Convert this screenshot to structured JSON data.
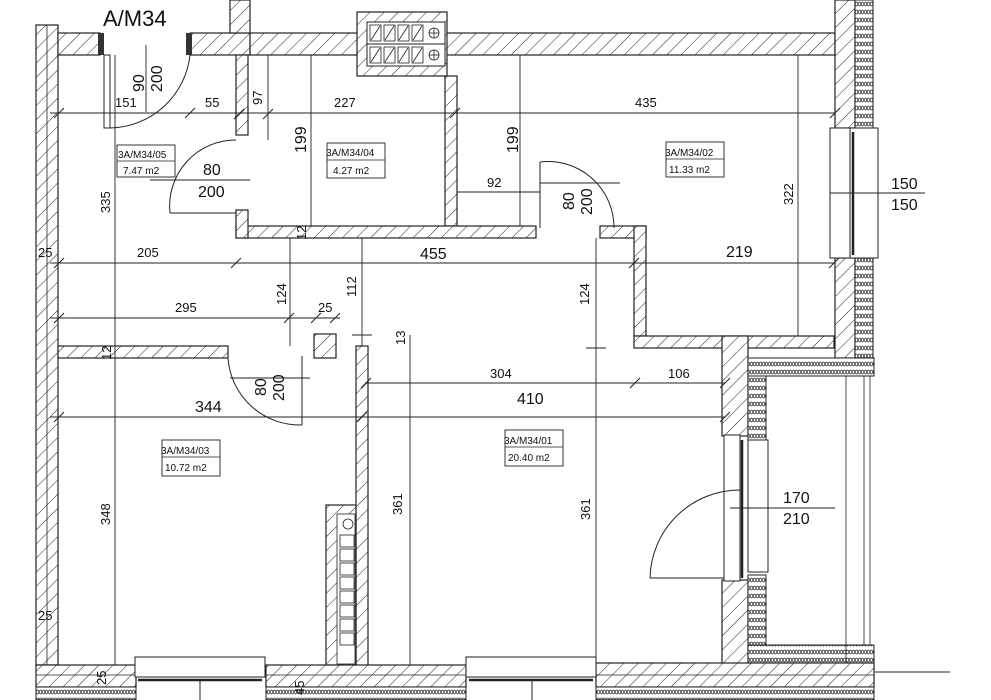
{
  "title": "A/M34",
  "rooms": [
    {
      "id": "3A/M34/01",
      "area": "20.40 m2"
    },
    {
      "id": "3A/M34/02",
      "area": "11.33 m2"
    },
    {
      "id": "3A/M34/03",
      "area": "10.72 m2"
    },
    {
      "id": "3A/M34/04",
      "area": "4.27 m2"
    },
    {
      "id": "3A/M34/05",
      "area": "7.47 m2"
    }
  ],
  "openings": [
    {
      "name": "entrance-door",
      "width": "90",
      "height": "200"
    },
    {
      "name": "door-room-05",
      "width": "80",
      "height": "200"
    },
    {
      "name": "door-room-02",
      "width": "80",
      "height": "200"
    },
    {
      "name": "door-room-03",
      "width": "80",
      "height": "200"
    },
    {
      "name": "window-room-02",
      "width": "150",
      "height": "150"
    },
    {
      "name": "balcony-door",
      "width": "170",
      "height": "210"
    }
  ],
  "dimensions": {
    "d151": "151",
    "d55": "55",
    "d97": "97",
    "d227": "227",
    "d435": "435",
    "d199a": "199",
    "d199b": "199",
    "d92": "92",
    "d335": "335",
    "d322": "322",
    "d25a": "25",
    "d205": "205",
    "d455": "455",
    "d219": "219",
    "d124a": "124",
    "d112": "112",
    "d124b": "124",
    "d12a": "12",
    "d295": "295",
    "d25b": "25",
    "d13": "13",
    "d12b": "12",
    "d304": "304",
    "d106": "106",
    "d344": "344",
    "d410": "410",
    "d348": "348",
    "d361a": "361",
    "d361b": "361",
    "d25c": "25",
    "d25d": "25",
    "d45": "45"
  }
}
